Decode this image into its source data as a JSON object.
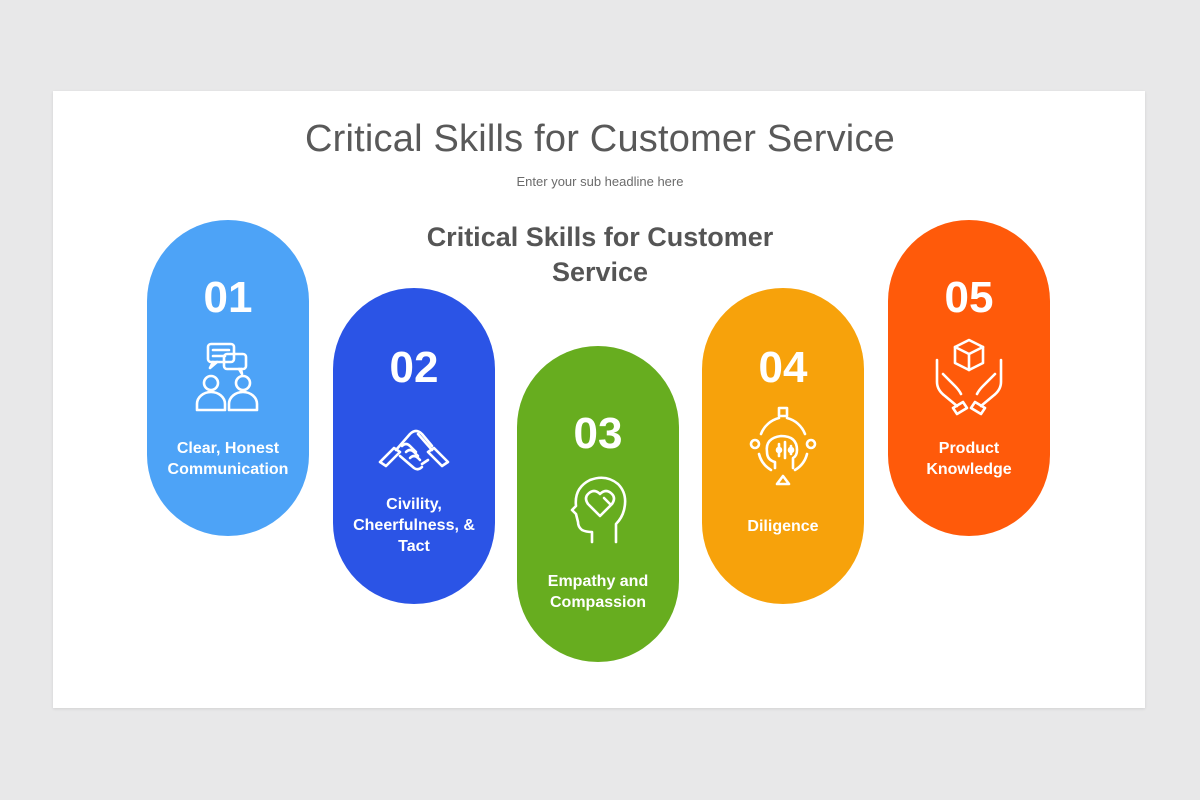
{
  "slide": {
    "title": "Critical Skills for Customer Service",
    "subtitle": "Enter your sub headline here",
    "center_heading_line1": "Critical Skills for Customer",
    "center_heading_line2": "Service"
  },
  "skills": [
    {
      "number": "01",
      "label_line1": "Clear, Honest",
      "label_line2": "Communication",
      "label_line3": "",
      "color": "#4da3f7",
      "icon": "chat-people-icon"
    },
    {
      "number": "02",
      "label_line1": "Civility,",
      "label_line2": "Cheerfulness, &",
      "label_line3": "Tact",
      "color": "#2b54e6",
      "icon": "handshake-icon"
    },
    {
      "number": "03",
      "label_line1": "Empathy and",
      "label_line2": "Compassion",
      "label_line3": "",
      "color": "#67ad1f",
      "icon": "head-heart-icon"
    },
    {
      "number": "04",
      "label_line1": "Diligence",
      "label_line2": "",
      "label_line3": "",
      "color": "#f7a20b",
      "icon": "mind-gears-icon"
    },
    {
      "number": "05",
      "label_line1": "Product",
      "label_line2": "Knowledge",
      "label_line3": "",
      "color": "#ff5a0a",
      "icon": "hands-box-icon"
    }
  ]
}
